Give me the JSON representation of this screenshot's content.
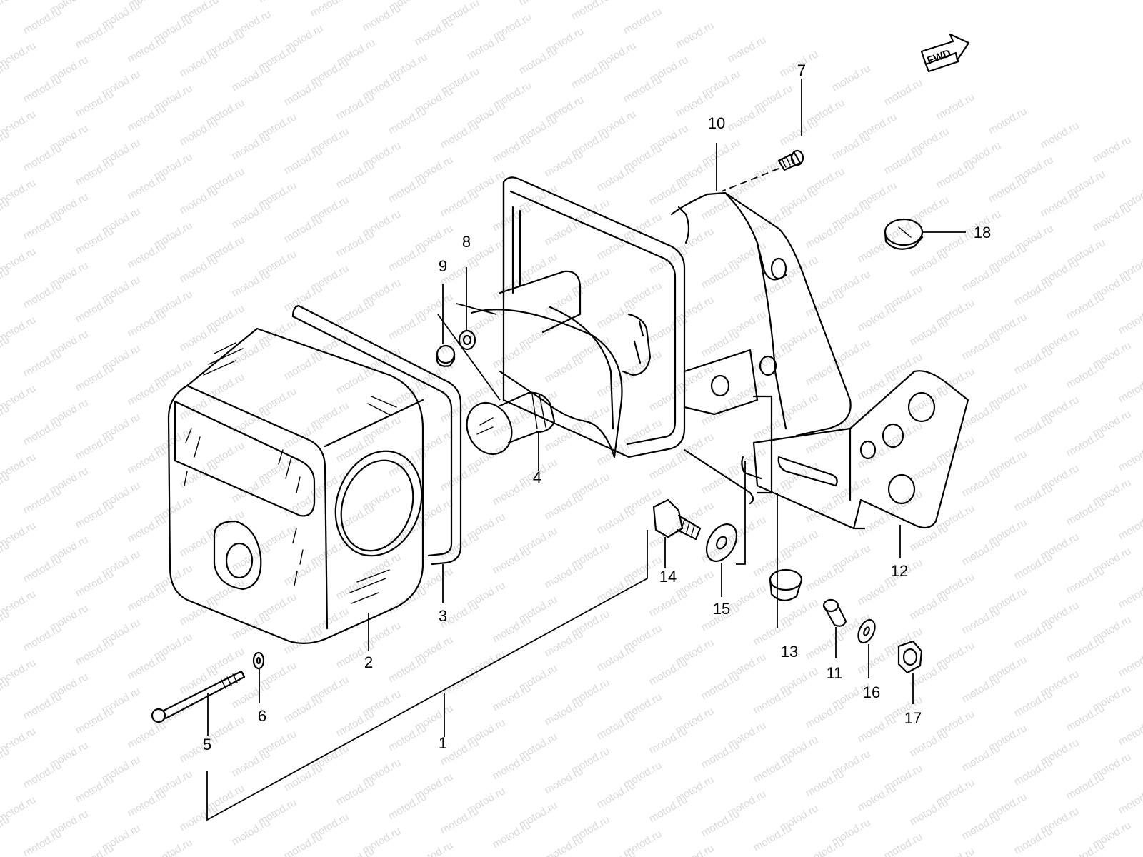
{
  "watermark": "motod.ru",
  "fwd_label": "FWD",
  "parts": [
    {
      "num": "1",
      "name": "tail-lamp-assembly"
    },
    {
      "num": "2",
      "name": "lens"
    },
    {
      "num": "3",
      "name": "gasket"
    },
    {
      "num": "4",
      "name": "bulb"
    },
    {
      "num": "5",
      "name": "screw"
    },
    {
      "num": "6",
      "name": "washer"
    },
    {
      "num": "7",
      "name": "bolt"
    },
    {
      "num": "8",
      "name": "washer"
    },
    {
      "num": "9",
      "name": "nut"
    },
    {
      "num": "10",
      "name": "tail-lamp-housing"
    },
    {
      "num": "11",
      "name": "collar"
    },
    {
      "num": "12",
      "name": "bracket"
    },
    {
      "num": "13",
      "name": "cushion"
    },
    {
      "num": "14",
      "name": "bolt"
    },
    {
      "num": "15",
      "name": "washer"
    },
    {
      "num": "16",
      "name": "washer"
    },
    {
      "num": "17",
      "name": "nut"
    },
    {
      "num": "18",
      "name": "cap"
    }
  ]
}
